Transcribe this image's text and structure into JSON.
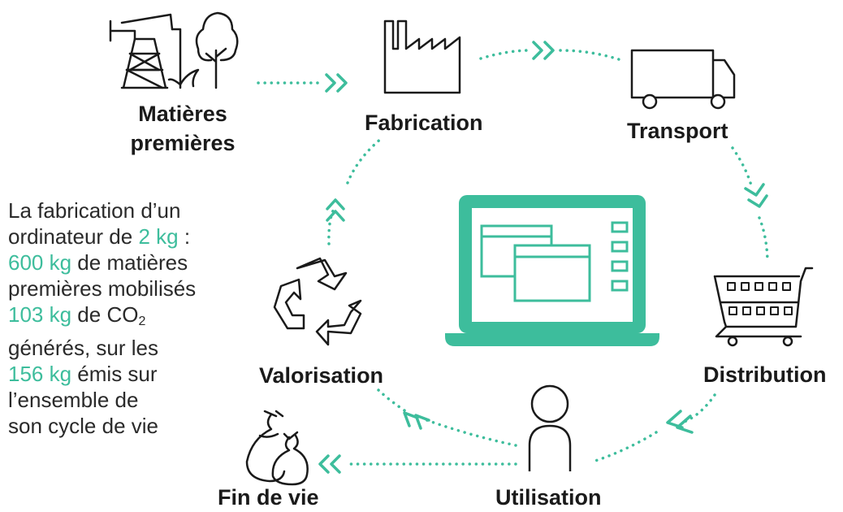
{
  "colors": {
    "accent": "#3dbd9c",
    "ink": "#1a1a1a",
    "text": "#2a2a2a",
    "background": "#ffffff"
  },
  "stages": {
    "raw_materials": {
      "line1": "Matières",
      "line2": "premières",
      "icon": "oil-pump-tree-icon"
    },
    "manufacturing": {
      "label": "Fabrication",
      "icon": "factory-icon"
    },
    "transport": {
      "label": "Transport",
      "icon": "truck-icon"
    },
    "distribution": {
      "label": "Distribution",
      "icon": "shopping-cart-icon"
    },
    "use": {
      "label": "Utilisation",
      "icon": "person-icon"
    },
    "end_of_life": {
      "label": "Fin de vie",
      "icon": "trash-bags-icon"
    },
    "recovery": {
      "label": "Valorisation",
      "icon": "recycle-icon"
    }
  },
  "center_icon": "laptop-windows-icon",
  "side_text": {
    "l1": "La fabrication d’un",
    "l2_pre": "ordinateur de ",
    "l2_val": "2 kg",
    "l2_post": " :",
    "l3_val": "600 kg",
    "l3_post": " de matières",
    "l4": "premières mobilisés",
    "l5_val": "103 kg",
    "l5_post": " de CO",
    "l5_sub": "2",
    "l6": "générés, sur les",
    "l7_val": "156 kg",
    "l7_post": " émis sur",
    "l8": "l’ensemble de",
    "l9": "son cycle de vie"
  }
}
